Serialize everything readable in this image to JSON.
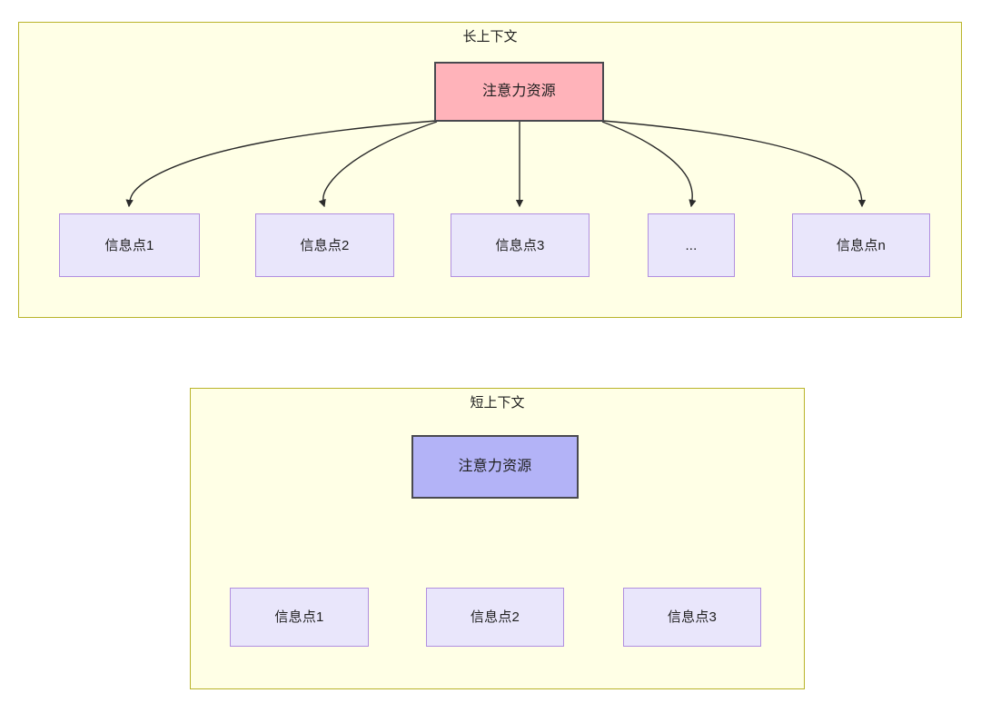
{
  "diagram": {
    "title_hidden": "",
    "background_color": "#ffffff",
    "groups": [
      {
        "id": "long-context",
        "label": "长上下文",
        "fill": "#ffffe6",
        "stroke": "#b9b42a",
        "root": {
          "label": "注意力资源",
          "fill": "#ffb3ba",
          "stroke": "#49494f"
        },
        "children": [
          {
            "label": "信息点1"
          },
          {
            "label": "信息点2"
          },
          {
            "label": "信息点3"
          },
          {
            "label": "..."
          },
          {
            "label": "信息点n"
          }
        ],
        "child_fill": "#e9e6fb",
        "child_stroke": "#b18fe0"
      },
      {
        "id": "short-context",
        "label": "短上下文",
        "fill": "#ffffe6",
        "stroke": "#b9b42a",
        "root": {
          "label": "注意力资源",
          "fill": "#b3b3f7",
          "stroke": "#49494f"
        },
        "children": [
          {
            "label": "信息点1"
          },
          {
            "label": "信息点2"
          },
          {
            "label": "信息点3"
          }
        ],
        "child_fill": "#e9e6fb",
        "child_stroke": "#b18fe0"
      }
    ],
    "edge_color": "#2b2b2b"
  }
}
